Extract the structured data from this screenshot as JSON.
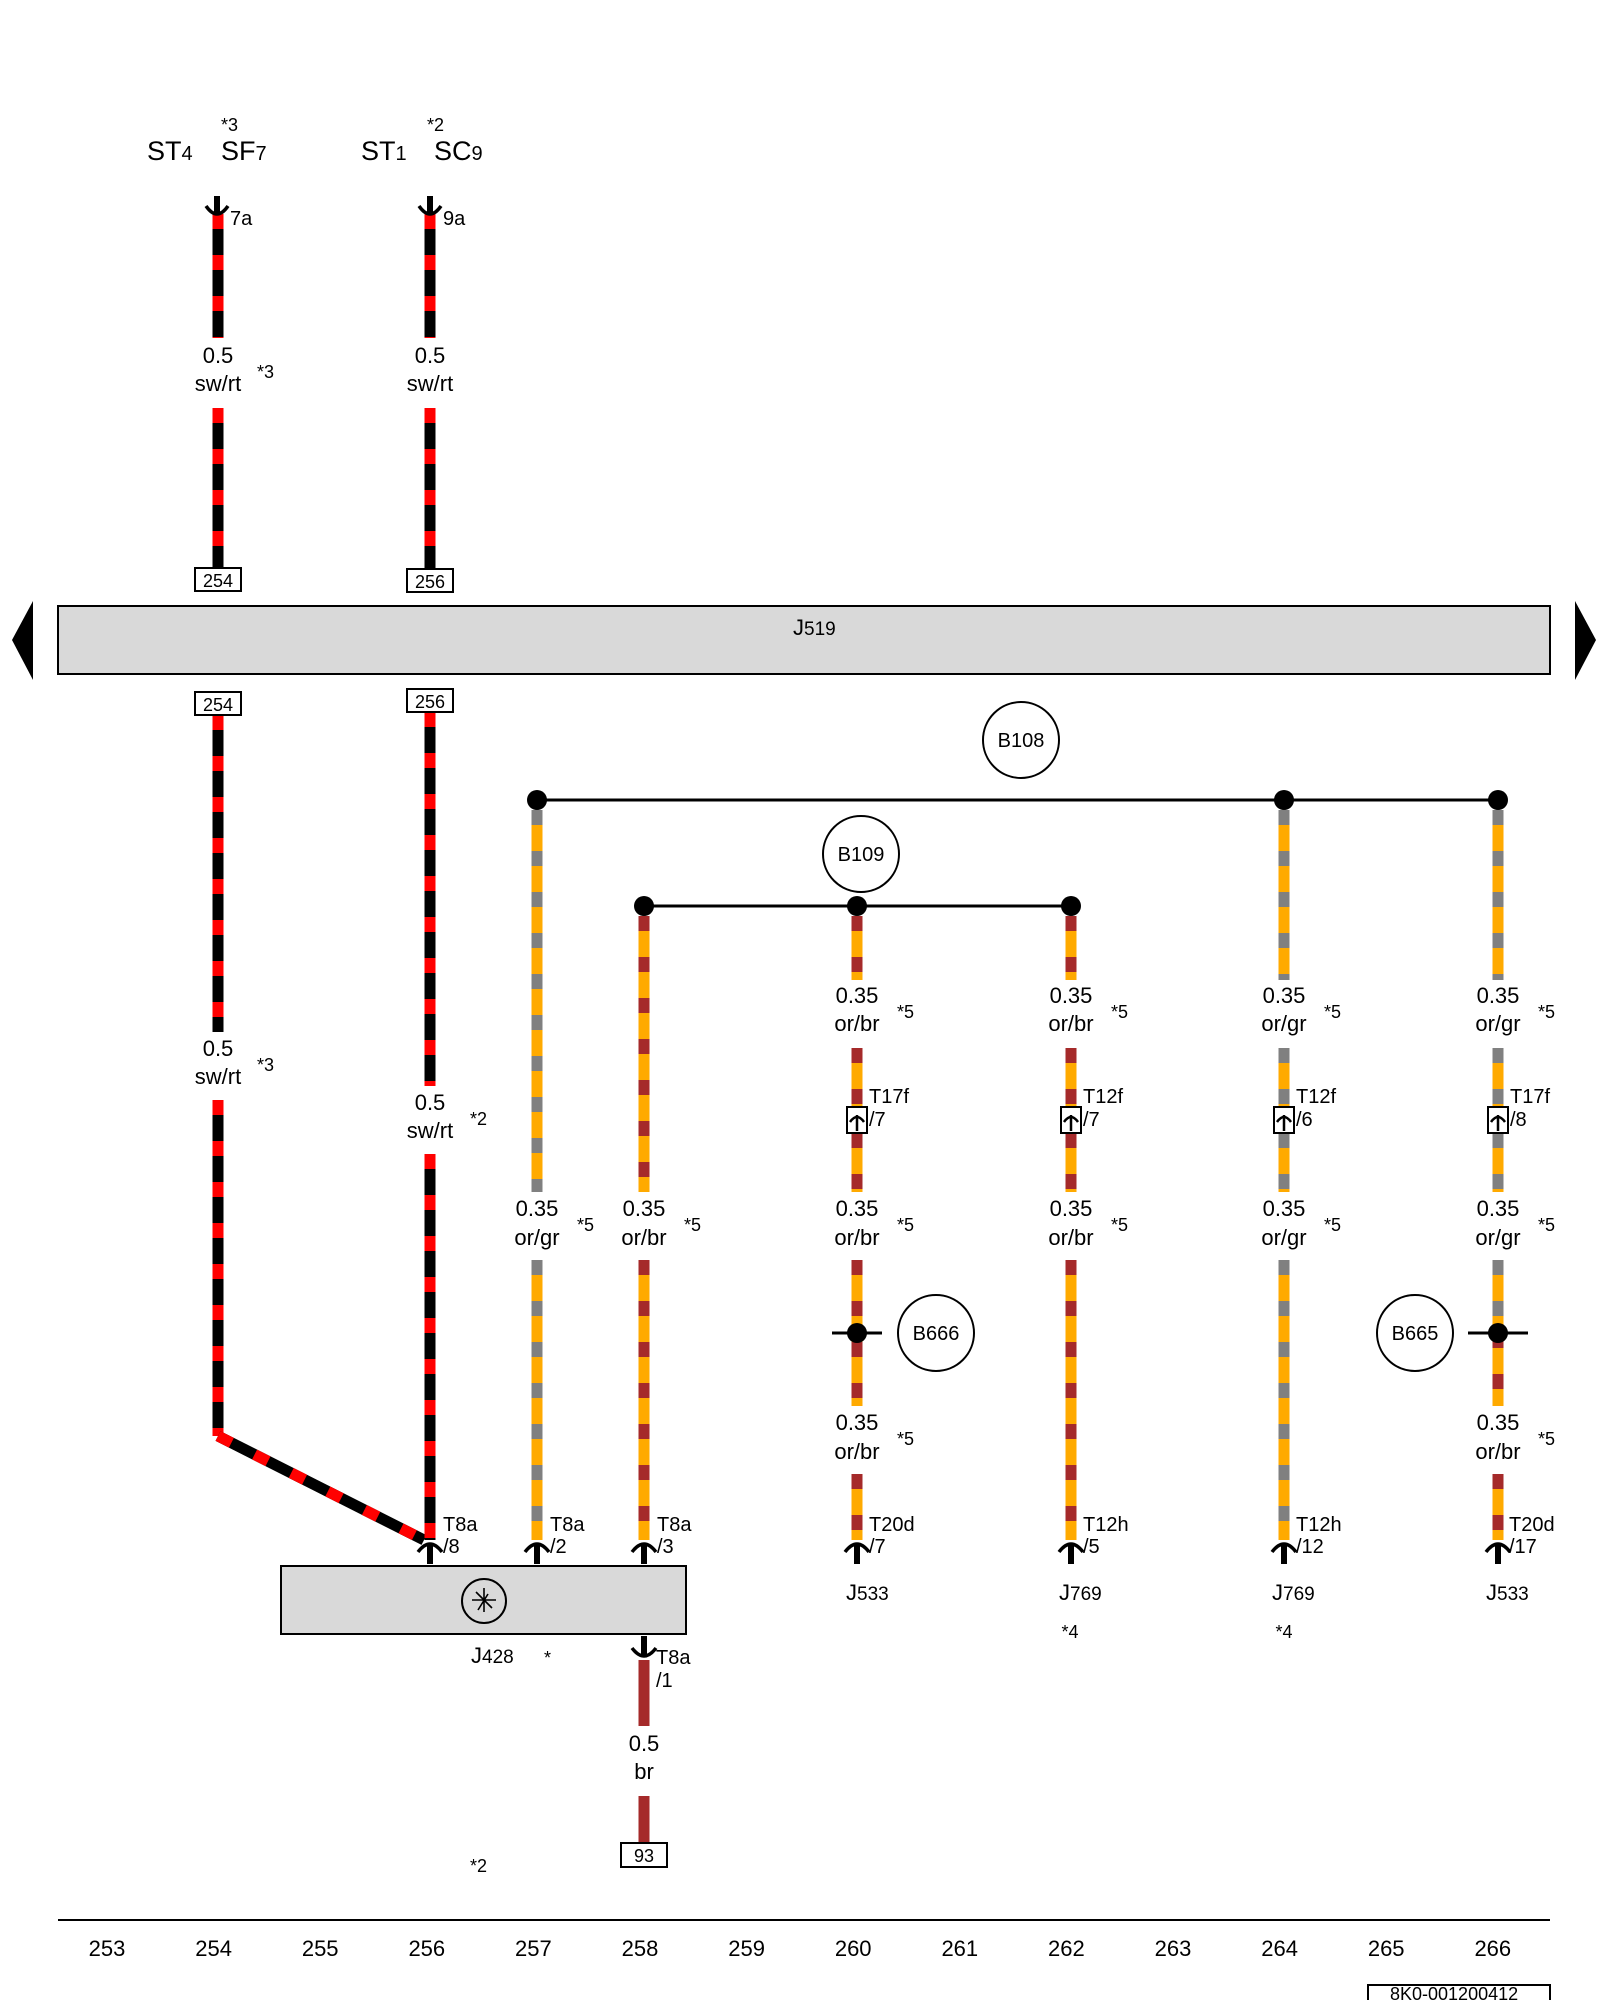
{
  "sources": [
    {
      "name_a": "ST",
      "sub_a": "4",
      "name_b": "SF",
      "sub_b": "7",
      "note": "*3",
      "pin": "7a"
    },
    {
      "name_a": "ST",
      "sub_a": "1",
      "name_b": "SC",
      "sub_b": "9",
      "note": "*2",
      "pin": "9a"
    }
  ],
  "control_unit": {
    "name": "J",
    "sub": "519"
  },
  "connectors_top": [
    "254",
    "256"
  ],
  "connectors_bottom": [
    "254",
    "256"
  ],
  "wire_labels": [
    {
      "size": "0.5",
      "color": "sw/rt",
      "note": "*3"
    },
    {
      "size": "0.5",
      "color": "sw/rt",
      "note": ""
    },
    {
      "size": "0.5",
      "color": "sw/rt",
      "note": "*3"
    },
    {
      "size": "0.5",
      "color": "sw/rt",
      "note": "*2"
    },
    {
      "size": "0.35",
      "color": "or/gr",
      "note": "*5"
    },
    {
      "size": "0.35",
      "color": "or/br",
      "note": "*5"
    },
    {
      "size": "0.35",
      "color": "or/br",
      "note": "*5"
    },
    {
      "size": "0.35",
      "color": "or/br",
      "note": "*5"
    },
    {
      "size": "0.35",
      "color": "or/gr",
      "note": "*5"
    },
    {
      "size": "0.35",
      "color": "or/gr",
      "note": "*5"
    },
    {
      "size": "0.35",
      "color": "or/br",
      "note": "*5"
    },
    {
      "size": "0.35",
      "color": "or/br",
      "note": "*5"
    },
    {
      "size": "0.35",
      "color": "or/gr",
      "note": "*5"
    },
    {
      "size": "0.35",
      "color": "or/gr",
      "note": "*5"
    },
    {
      "size": "0.35",
      "color": "or/br",
      "note": "*5"
    },
    {
      "size": "0.35",
      "color": "or/br",
      "note": "*5"
    },
    {
      "size": "0.5",
      "color": "br",
      "note": ""
    }
  ],
  "splices": [
    "B108",
    "B109",
    "B666",
    "B665"
  ],
  "in_line_connectors": [
    {
      "name": "T17f",
      "pin": "/7"
    },
    {
      "name": "T12f",
      "pin": "/7"
    },
    {
      "name": "T12f",
      "pin": "/6"
    },
    {
      "name": "T17f",
      "pin": "/8"
    }
  ],
  "end_terminals": [
    {
      "name": "T8a",
      "pin": "/8"
    },
    {
      "name": "T8a",
      "pin": "/2"
    },
    {
      "name": "T8a",
      "pin": "/3"
    },
    {
      "name": "T20d",
      "pin": "/7"
    },
    {
      "name": "T12h",
      "pin": "/5"
    },
    {
      "name": "T12h",
      "pin": "/12"
    },
    {
      "name": "T20d",
      "pin": "/17"
    },
    {
      "name": "T8a",
      "pin": "/1"
    }
  ],
  "components": [
    {
      "name": "J",
      "sub": "428",
      "note": "*"
    },
    {
      "name": "J",
      "sub": "533",
      "note": ""
    },
    {
      "name": "J",
      "sub": "769",
      "note": "*4"
    },
    {
      "name": "J",
      "sub": "769",
      "note": "*4"
    },
    {
      "name": "J",
      "sub": "533",
      "note": ""
    }
  ],
  "ground_ref": "93",
  "footnote": "*2",
  "ruler": [
    "253",
    "254",
    "255",
    "256",
    "257",
    "258",
    "259",
    "260",
    "261",
    "262",
    "263",
    "264",
    "265",
    "266"
  ],
  "doc_code": "8K0-001200412",
  "colors": {
    "black": "#000000",
    "red": "#ff0000",
    "orange": "#ffaa00",
    "grey": "#808080",
    "brown": "#a52a2a",
    "bus_fill": "#d9d9d9"
  }
}
